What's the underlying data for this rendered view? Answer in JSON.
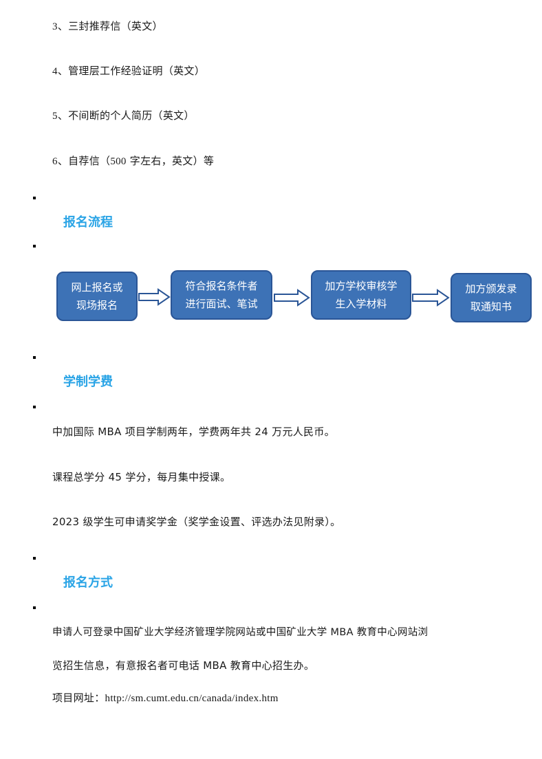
{
  "requirements_list": [
    {
      "num": "3",
      "text": "、三封推荐信（英文）"
    },
    {
      "num": "4",
      "text": "、管理层工作经验证明（英文）"
    },
    {
      "num": "5",
      "text": "、不间断的个人简历（英文）"
    },
    {
      "num": "6",
      "text": "、自荐信（",
      "num2": "500",
      "text2": " 字左右，英文）等"
    }
  ],
  "sections": {
    "process_title": "报名流程",
    "tuition_title": "学制学费",
    "method_title": "报名方式"
  },
  "flow_steps": [
    {
      "line1": "网上报名或",
      "line2": "现场报名"
    },
    {
      "line1": "符合报名条件者",
      "line2": "进行面试、笔试"
    },
    {
      "line1": "加方学校审核学",
      "line2": "生入学材料"
    },
    {
      "line1": "加方颁发录",
      "line2": "取通知书"
    }
  ],
  "tuition": {
    "line1": "中加国际 MBA 项目学制两年，学费两年共 24 万元人民币。",
    "line2": "课程总学分 45 学分，每月集中授课。",
    "line3": "2023 级学生可申请奖学金（奖学金设置、评选办法见附录）。"
  },
  "method": {
    "line1": "申请人可登录中国矿业大学经济管理学院网站或中国矿业大学 MBA 教育中心网站浏",
    "line2": "览招生信息，有意报名者可电话 MBA 教育中心招生办。",
    "line3_label": "项目网址：",
    "line3_url": "http://sm.cumt.edu.cn/canada/index.htm"
  },
  "colors": {
    "heading": "#2aa4e6",
    "flow_box": "#3d72b6",
    "flow_border": "#2a5596"
  }
}
